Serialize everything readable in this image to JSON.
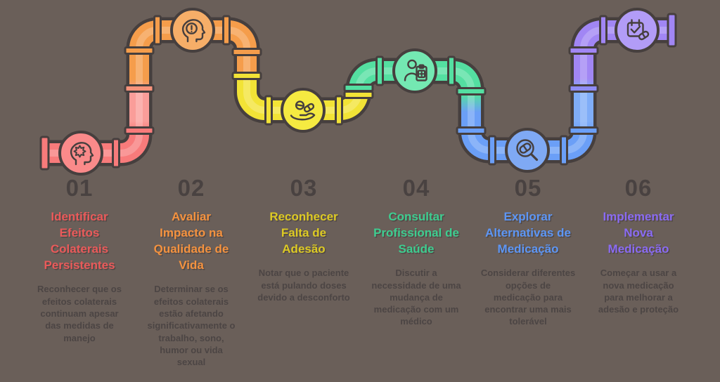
{
  "meta": {
    "background_color": "#6a5f59",
    "outline_color": "#463f3e",
    "number_color": "#494241",
    "description_color": "#4c4544",
    "highlight_color": "rgba(255,255,255,0.22)"
  },
  "pipe_blends": {
    "red_orange": "#f9937b",
    "red_orange_mid": "#fa9d99",
    "blue_purple": "#8f8cf5",
    "blue_purple_mid": "#7fadf8"
  },
  "steps": [
    {
      "number": "01",
      "title": "Identificar\nEfeitos\nColaterais\nPersistentes",
      "description": "Reconhecer que os\nefeitos colaterais\ncontinuam apesar\ndas medidas de\nmanejo",
      "title_color": "#ea5a5a",
      "pipe_color": "#f87b7b",
      "node_color": "#fa8a8a",
      "icon": "head-brain-icon"
    },
    {
      "number": "02",
      "title": "Avaliar\nImpacto na\nQualidade de\nVida",
      "description": "Determinar se os\nefeitos colaterais\nestão afetando\nsignificativamente o\ntrabalho, sono,\nhumor ou vida\nsexual",
      "title_color": "#f4923f",
      "pipe_color": "#f59d4b",
      "node_color": "#f6ae68",
      "icon": "head-alert-icon"
    },
    {
      "number": "03",
      "title": "Reconhecer\nFalta de\nAdesão",
      "description": "Notar que o paciente\nestá pulando doses\ndevido a desconforto",
      "title_color": "#ddca24",
      "pipe_color": "#f2e336",
      "node_color": "#f5ea41",
      "icon": "hand-pills-icon"
    },
    {
      "number": "04",
      "title": "Consultar\nProfissional de\nSaúde",
      "description": "Discutir a\nnecessidade de uma\nmudança de\nmedicação com um\nmédico",
      "title_color": "#3ecd90",
      "pipe_color": "#54dfa1",
      "node_color": "#74e8b2",
      "icon": "professional-clipboard-icon"
    },
    {
      "number": "05",
      "title": "Explorar\nAlternativas de\nMedicação",
      "description": "Considerar diferentes\nopções de\nmedicação para\nencontrar uma mais\ntolerável",
      "title_color": "#5d96f5",
      "pipe_color": "#6b9ff7",
      "node_color": "#7fa9f4",
      "icon": "magnifier-pill-icon"
    },
    {
      "number": "06",
      "title": "Implementar\nNova\nMedicação",
      "description": "Começar a usar a\nnova medicação\npara melhorar a\nadesão e proteção",
      "title_color": "#8a6bf3",
      "pipe_color": "#a186f4",
      "node_color": "#b29cf7",
      "icon": "calendar-pill-icon"
    }
  ]
}
